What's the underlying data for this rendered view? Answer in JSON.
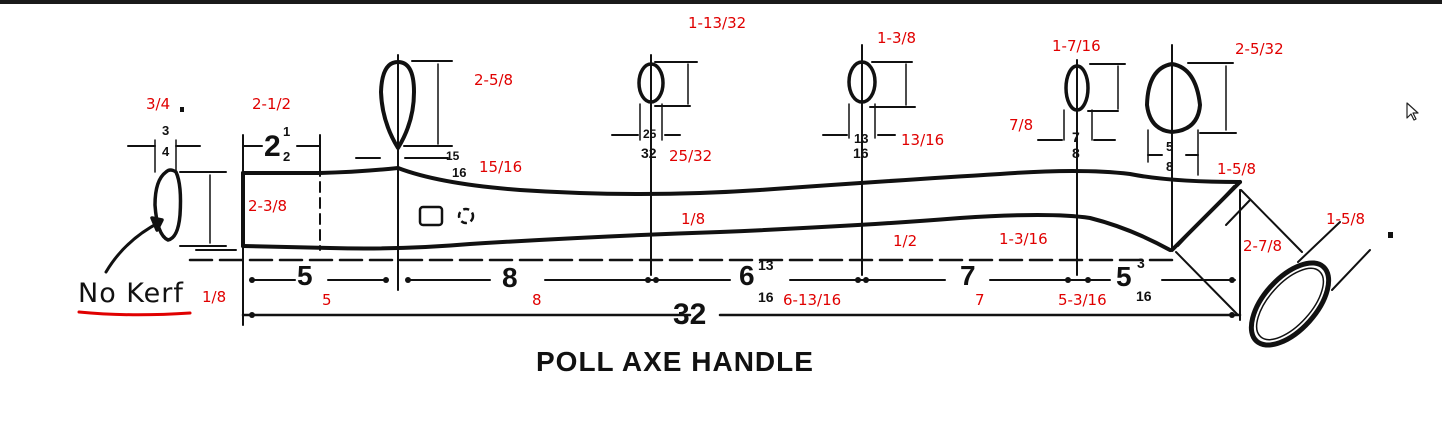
{
  "title": "POLL AXE HANDLE",
  "annotation": {
    "text": "No Kerf",
    "underline_color": "#e00000"
  },
  "colors": {
    "drawing": "#111111",
    "annotation_red": "#e00000",
    "background": "#ffffff"
  },
  "original_dimensions": {
    "overall_length": "32\"",
    "segments": [
      "5\"",
      "8\"",
      "6 13/16\"",
      "7\"",
      "5 3/16\""
    ],
    "end_width": "2 1/2\"",
    "end_section_width": "3/4\"",
    "end_height": "2 3/8\""
  },
  "red_labels": [
    {
      "id": "end-thickness",
      "text": "3/4"
    },
    {
      "id": "knob-length",
      "text": "2-1/2"
    },
    {
      "id": "knob-height",
      "text": "2-3/8"
    },
    {
      "id": "knob-offset",
      "text": "1/8"
    },
    {
      "id": "section1-height",
      "text": "2-5/8"
    },
    {
      "id": "section1-drop",
      "text": "15/16"
    },
    {
      "id": "section2-height",
      "text": "1-13/32"
    },
    {
      "id": "section2-width",
      "text": "25/32"
    },
    {
      "id": "section2-offset",
      "text": "1/8"
    },
    {
      "id": "section3-height",
      "text": "1-3/8"
    },
    {
      "id": "section3-width",
      "text": "13/16"
    },
    {
      "id": "section3-offset",
      "text": "1/2"
    },
    {
      "id": "section4-height",
      "text": "1-7/16"
    },
    {
      "id": "section4-width",
      "text": "7/8"
    },
    {
      "id": "section4-offset",
      "text": "1-3/16"
    },
    {
      "id": "section5-height",
      "text": "2-5/32"
    },
    {
      "id": "eye-top",
      "text": "1-5/8"
    },
    {
      "id": "eye-length",
      "text": "2-7/8"
    },
    {
      "id": "eye-width",
      "text": "1-5/8"
    },
    {
      "id": "seg-1",
      "text": "5"
    },
    {
      "id": "seg-2",
      "text": "8"
    },
    {
      "id": "seg-3",
      "text": "6-13/16"
    },
    {
      "id": "seg-4",
      "text": "7"
    },
    {
      "id": "seg-5",
      "text": "5-3/16"
    }
  ],
  "black_labels": {
    "seg1": "5",
    "seg2": "8",
    "seg3_whole": "6",
    "seg3_num": "13",
    "seg3_den": "16",
    "seg4": "7",
    "seg5_whole": "5",
    "seg5_num": "3",
    "seg5_den": "16",
    "overall": "32",
    "knob_whole": "2",
    "knob_num": "1",
    "knob_den": "2",
    "end_num": "3",
    "end_den": "4",
    "s2_num": "25",
    "s2_den": "32",
    "s3_num": "13",
    "s3_den": "16",
    "s4_num": "7",
    "s4_den": "8",
    "s5_num": "5",
    "s5_den": "8",
    "s1_drop_num": "15",
    "s1_drop_den": "16"
  },
  "icons": {
    "cursor": "mouse-pointer-icon"
  }
}
